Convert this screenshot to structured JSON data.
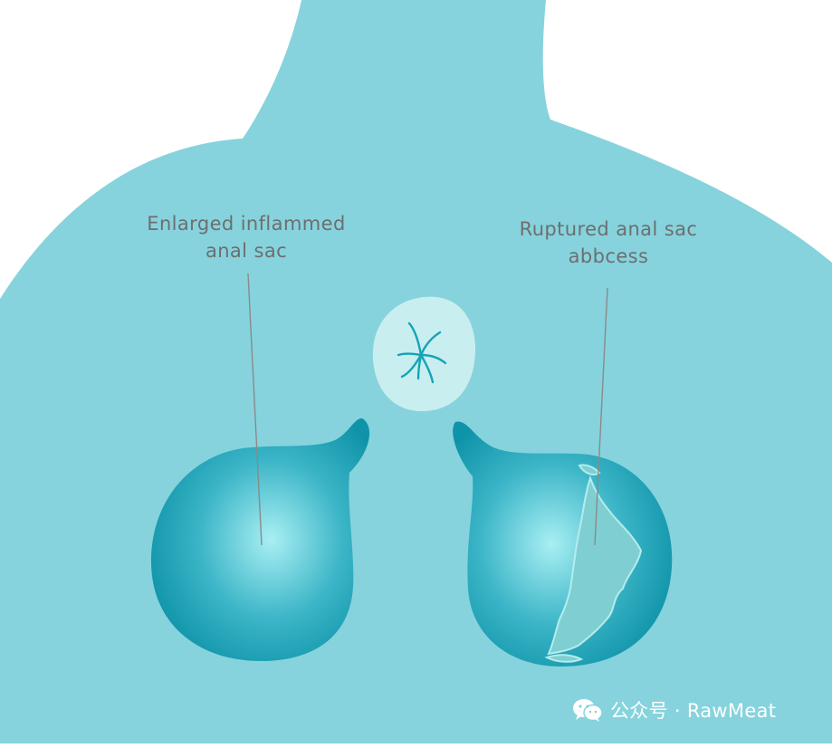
{
  "labels": {
    "left": {
      "line1": "Enlarged inflammed",
      "line2": "anal sac"
    },
    "right": {
      "line1": "Ruptured anal sac",
      "line2": "abbcess"
    }
  },
  "watermark": {
    "text": "公众号 · RawMeat",
    "icon": "wechat-icon"
  },
  "colors": {
    "body": "#86d3dd",
    "sac_dark": "#0f97ab",
    "sac_light": "#a6eef2",
    "anus": "#c8eef0",
    "rupture": "#7fcfd2",
    "label_text": "#6e6e6e",
    "leader_line": "#8a8a8a"
  }
}
